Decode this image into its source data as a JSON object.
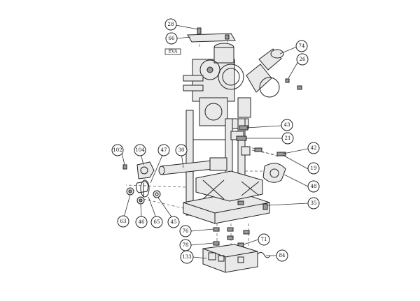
{
  "box_label": "EVA",
  "callouts": [
    {
      "id": "c28",
      "label": "28"
    },
    {
      "id": "c66",
      "label": "66"
    },
    {
      "id": "c74",
      "label": "74"
    },
    {
      "id": "c26",
      "label": "26"
    },
    {
      "id": "c43",
      "label": "43"
    },
    {
      "id": "c21",
      "label": "21"
    },
    {
      "id": "c42",
      "label": "42"
    },
    {
      "id": "c19",
      "label": "19"
    },
    {
      "id": "c48",
      "label": "48"
    },
    {
      "id": "c35",
      "label": "35"
    },
    {
      "id": "c102",
      "label": "102"
    },
    {
      "id": "c104",
      "label": "104"
    },
    {
      "id": "c47",
      "label": "47"
    },
    {
      "id": "c30",
      "label": "30"
    },
    {
      "id": "c63",
      "label": "63"
    },
    {
      "id": "c46",
      "label": "46"
    },
    {
      "id": "c65",
      "label": "65"
    },
    {
      "id": "c45",
      "label": "45"
    },
    {
      "id": "c76",
      "label": "76"
    },
    {
      "id": "c78",
      "label": "78"
    },
    {
      "id": "c71",
      "label": "71"
    },
    {
      "id": "c84",
      "label": "84"
    },
    {
      "id": "c133",
      "label": "133"
    }
  ]
}
